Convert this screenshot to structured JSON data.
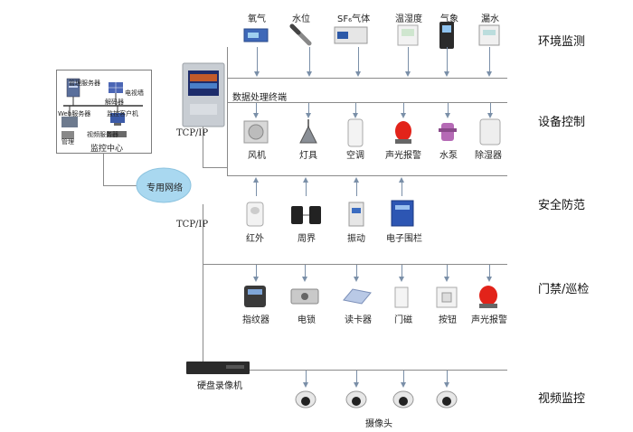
{
  "sections": {
    "env": "环境监测",
    "device": "设备控制",
    "security": "安全防范",
    "access": "门禁/巡检",
    "video": "视频监控"
  },
  "env_items": [
    "氧气",
    "水位",
    "SF₆气体",
    "温湿度",
    "气象",
    "漏水"
  ],
  "device_items": [
    "风机",
    "灯具",
    "空调",
    "声光报警",
    "水泵",
    "除湿器"
  ],
  "security_items": [
    "红外",
    "周界",
    "振动",
    "电子围栏"
  ],
  "access_items": [
    "指纹器",
    "电锁",
    "读卡器",
    "门磁",
    "按钮",
    "声光报警"
  ],
  "video": {
    "camera_label": "摄像头",
    "dvr_label": "硬盘录像机"
  },
  "terminal_label": "数据处理终端",
  "network_label": "专用网络",
  "tcpip_upper": "TCP/IP",
  "tcpip_lower": "TCP/IP",
  "center": {
    "title": "监控中心",
    "mgmt_server": "管理服务器",
    "tv_wall": "电视墙",
    "decoder": "解码器",
    "web_server": "Web服务器",
    "monitor_client": "监控客户机",
    "manager": "管理",
    "video_server": "视频服务器"
  }
}
